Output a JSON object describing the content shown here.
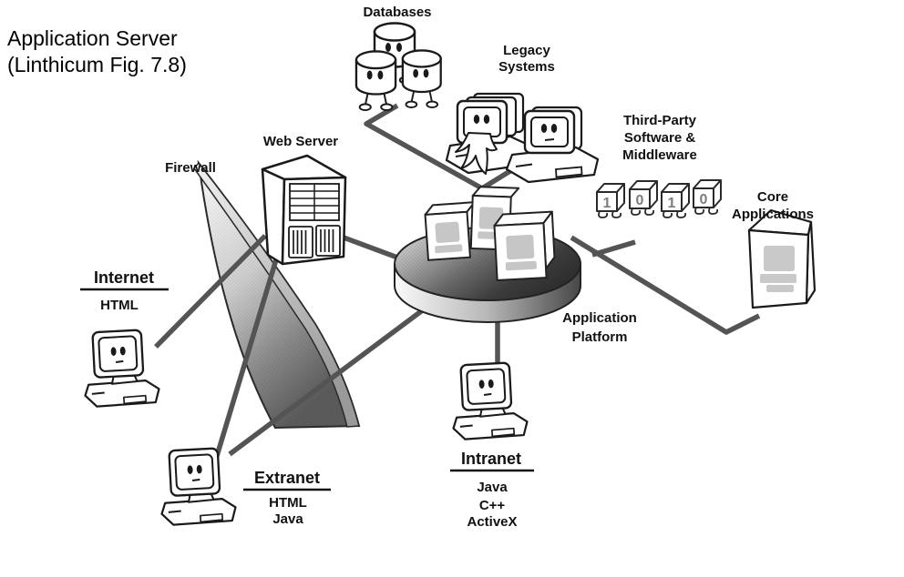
{
  "title": {
    "line1": "Application Server",
    "line2": "(Linthicum Fig. 7.8)"
  },
  "diagram": {
    "databases": {
      "label": "Databases"
    },
    "legacy_systems": {
      "label": [
        "Legacy",
        "Systems"
      ]
    },
    "third_party": {
      "label": [
        "Third-Party",
        "Software &",
        "Middleware"
      ],
      "cubes": [
        "1",
        "0",
        "1",
        "0"
      ]
    },
    "core_applications": {
      "label": [
        "Core",
        "Applications"
      ]
    },
    "web_server": {
      "label": "Web Server"
    },
    "firewall": {
      "label": "Firewall"
    },
    "application_platform": {
      "label": [
        "Application",
        "Platform"
      ]
    },
    "internet": {
      "name": "Internet",
      "protocols": [
        "HTML"
      ]
    },
    "extranet": {
      "name": "Extranet",
      "protocols": [
        "HTML",
        "Java"
      ]
    },
    "intranet": {
      "name": "Intranet",
      "protocols": [
        "Java",
        "C++",
        "ActiveX"
      ]
    }
  },
  "colors": {
    "background": "#ffffff",
    "connector": "#545454",
    "outline": "#1a1a1a",
    "platform_dark": "#2d2d2d",
    "faded_art": "#c6c6c6"
  }
}
